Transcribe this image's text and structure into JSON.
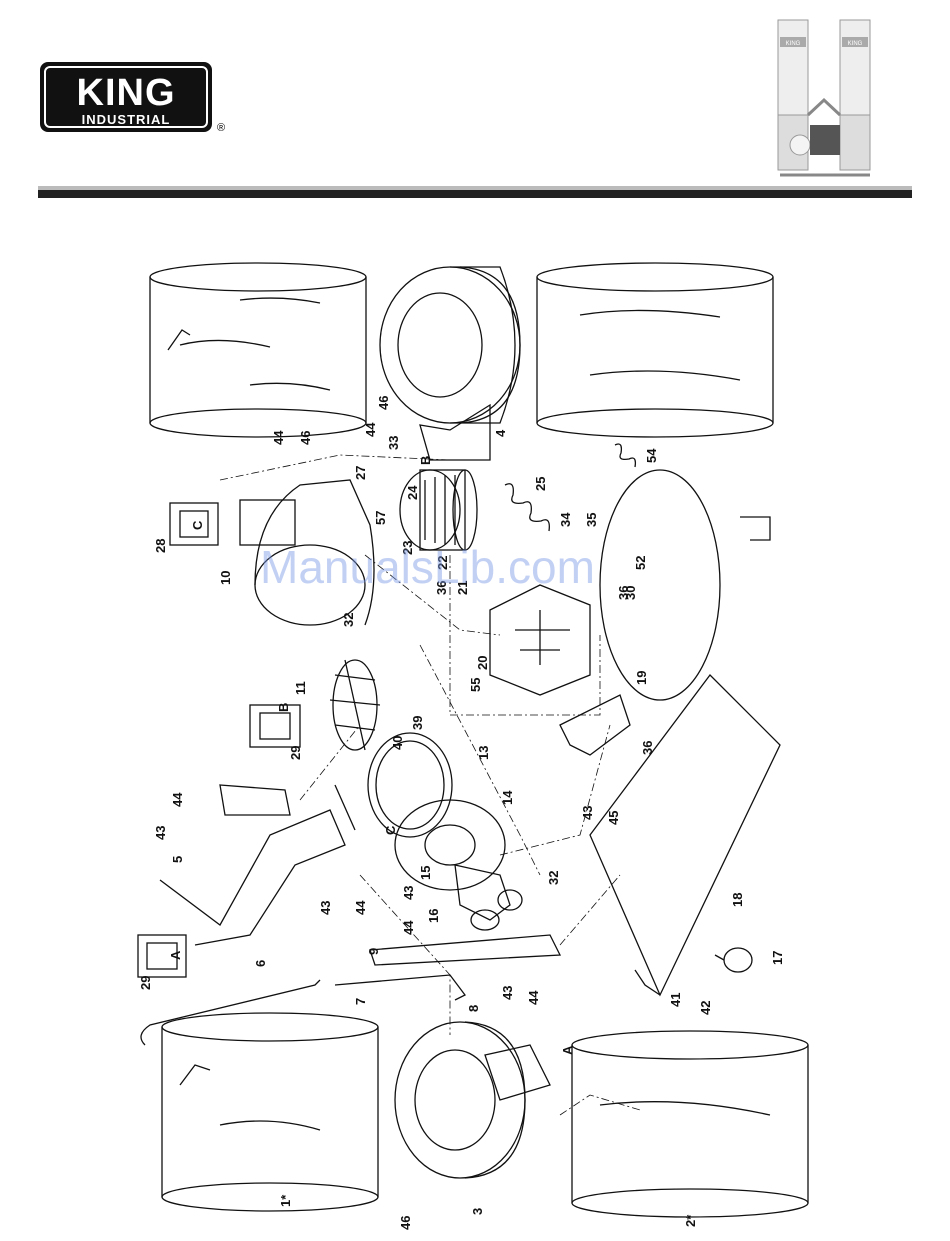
{
  "header": {
    "brand_main": "KING",
    "brand_sub": "INDUSTRIAL",
    "registered": "®",
    "product_label_left": "KING",
    "product_label_right": "KING"
  },
  "watermark": "ManualsLib.com",
  "part_labels": [
    "1*",
    "2*",
    "3",
    "4",
    "5",
    "6",
    "7",
    "8",
    "9",
    "10",
    "11",
    "13",
    "14",
    "15",
    "16",
    "17",
    "18",
    "19",
    "20",
    "21",
    "22",
    "23",
    "24",
    "25",
    "27",
    "28",
    "29",
    "29",
    "30",
    "32",
    "32",
    "33",
    "34",
    "35",
    "36",
    "36",
    "36",
    "39",
    "40",
    "41",
    "42",
    "43",
    "43",
    "43",
    "43",
    "43",
    "44",
    "44",
    "44",
    "44",
    "44",
    "44",
    "45",
    "46",
    "46",
    "46",
    "52",
    "54",
    "55",
    "57"
  ],
  "callouts": [
    "A",
    "A",
    "B",
    "B",
    "C",
    "C"
  ]
}
